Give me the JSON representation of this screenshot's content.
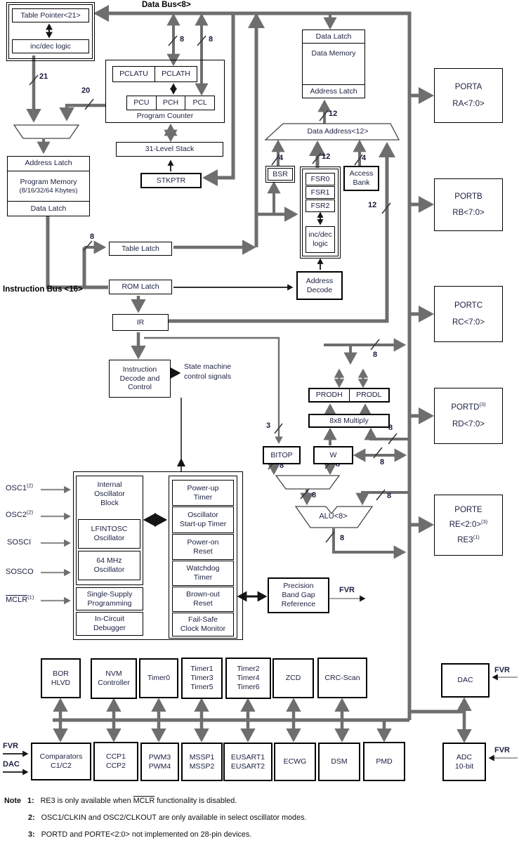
{
  "colors": {
    "bus_gray": "#6e6e6e",
    "line_black": "#151515",
    "text_navy": "#1b2040"
  },
  "buses": {
    "data_bus": "Data Bus<8>",
    "instruction_bus": "Instruction Bus <16>"
  },
  "widths": {
    "w3": "3",
    "w4": "4",
    "w8": "8",
    "w12": "12",
    "w20": "20",
    "w21": "21"
  },
  "cpu": {
    "table_pointer": "Table Pointer<21>",
    "incdec": "inc/dec logic",
    "pclatu": "PCLATU",
    "pclath": "PCLATH",
    "pcu": "PCU",
    "pch": "PCH",
    "pcl": "PCL",
    "program_counter": "Program Counter",
    "stack": "31-Level Stack",
    "stkptr": "STKPTR",
    "address_latch": "Address Latch",
    "program_memory": "Program Memory",
    "program_memory_size": "(8/16/32/64 Kbytes)",
    "data_latch": "Data Latch",
    "table_latch": "Table Latch",
    "rom_latch": "ROM Latch",
    "ir": "IR",
    "decode_l1": "Instruction",
    "decode_l2": "Decode and",
    "decode_l3": "Control",
    "state_machine_l1": "State machine",
    "state_machine_l2": "control signals"
  },
  "memory": {
    "data_latch": "Data Latch",
    "data_memory": "Data Memory",
    "address_latch": "Address Latch",
    "data_address": "Data Address<12>",
    "bsr": "BSR",
    "fsr0": "FSR0",
    "fsr1": "FSR1",
    "fsr2": "FSR2",
    "incdec_l1": "inc/dec",
    "incdec_l2": "logic",
    "access_l1": "Access",
    "access_l2": "Bank",
    "adecode_l1": "Address",
    "adecode_l2": "Decode"
  },
  "alu_section": {
    "prodh": "PRODH",
    "prodl": "PRODL",
    "multiply": "8x8 Multiply",
    "bitop": "BITOP",
    "w": "W",
    "alu": "ALU<8>"
  },
  "ports": {
    "porta_l1": "PORTA",
    "porta_l2": "RA<7:0>",
    "portb_l1": "PORTB",
    "portb_l2": "RB<7:0>",
    "portc_l1": "PORTC",
    "portc_l2": "RC<7:0>",
    "portd_l1": "PORTD",
    "portd_sup": "(3)",
    "portd_l2": "RD<7:0>",
    "porte_l1": "PORTE",
    "porte_l2": "RE<2:0>",
    "porte_l2_sup": "(3)",
    "porte_l3": "RE3",
    "porte_l3_sup": "(1)"
  },
  "pins": {
    "osc1": "OSC1",
    "osc1_sup": "(2)",
    "osc2": "OSC2",
    "osc2_sup": "(2)",
    "sosci": "SOSCI",
    "sosco": "SOSCO",
    "mclr": "MCLR",
    "mclr_sup": "(1)"
  },
  "osc": {
    "iob_l1": "Internal",
    "iob_l2": "Oscillator",
    "iob_l3": "Block",
    "lfintosc_l1": "LFINTOSC",
    "lfintosc_l2": "Oscillator",
    "mhz_l1": "64 MHz",
    "mhz_l2": "Oscillator",
    "ssp_l1": "Single-Supply",
    "ssp_l2": "Programming",
    "icd_l1": "In-Circuit",
    "icd_l2": "Debugger"
  },
  "sys": {
    "put_l1": "Power-up",
    "put_l2": "Timer",
    "ost_l1": "Oscillator",
    "ost_l2": "Start-up Timer",
    "por_l1": "Power-on",
    "por_l2": "Reset",
    "wdt_l1": "Watchdog",
    "wdt_l2": "Timer",
    "bor_l1": "Brown-out",
    "bor_l2": "Reset",
    "fscm_l1": "Fail-Safe",
    "fscm_l2": "Clock Monitor",
    "bg_l1": "Precision",
    "bg_l2": "Band Gap",
    "bg_l3": "Reference",
    "fvr": "FVR",
    "dac": "DAC"
  },
  "peripherals": {
    "bor_l1": "BOR",
    "bor_l2": "HLVD",
    "nvm_l1": "NVM",
    "nvm_l2": "Controller",
    "timer0": "Timer0",
    "t135_l1": "Timer1",
    "t135_l2": "Timer3",
    "t135_l3": "Timer5",
    "t246_l1": "Timer2",
    "t246_l2": "Timer4",
    "t246_l3": "Timer6",
    "zcd": "ZCD",
    "crc": "CRC-Scan",
    "dac": "DAC",
    "comp_l1": "Comparators",
    "comp_l2": "C1/C2",
    "ccp_l1": "CCP1",
    "ccp_l2": "CCP2",
    "pwm_l1": "PWM3",
    "pwm_l2": "PWM4",
    "mssp_l1": "MSSP1",
    "mssp_l2": "MSSP2",
    "eusart_l1": "EUSART1",
    "eusart_l2": "EUSART2",
    "ecwg": "ECWG",
    "dsm": "DSM",
    "pmd": "PMD",
    "adc_l1": "ADC",
    "adc_l2": "10-bit"
  },
  "notes": {
    "label": "Note",
    "n1": "1:",
    "t1a": "RE3 is only available when ",
    "t1_mclr": "MCLR",
    "t1b": " functionality is disabled.",
    "n2": "2:",
    "t2": "OSC1/CLKIN and OSC2/CLKOUT are only available in select oscillator modes.",
    "n3": "3:",
    "t3": "PORTD and PORTE<2:0> not implemented on 28-pin devices."
  }
}
